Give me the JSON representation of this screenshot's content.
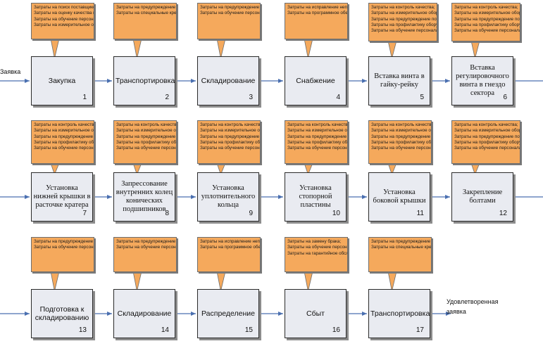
{
  "input_label": "Заявка",
  "output_label": "Удовлетворенная заявка",
  "rows": [
    {
      "steps": [
        {
          "label": "Закупка",
          "num": "1",
          "notes": [
            "Затраты на поиск поставщиков;",
            "Затраты на оценку качества комплектующих;",
            "Затраты на обучение персонала;",
            "Затраты на измерительное оборудование."
          ]
        },
        {
          "label": "Транспортировка",
          "num": "2",
          "notes": [
            "Затраты на предупреждение потерь;",
            "Затраты на специальные крепления для тары при перевозке"
          ]
        },
        {
          "label": "Складирование",
          "num": "3",
          "notes": [
            "Затраты на предупреждение потерь;",
            "Затраты на обучение персонала логистическим методам."
          ]
        },
        {
          "label": "Снабжение",
          "num": "4",
          "notes": [
            "Затраты на исправление неправильной поставки;",
            "Затраты на программное обеспечение."
          ]
        },
        {
          "label": "Вставка винта в гайку-рейку",
          "num": "5",
          "notes": [
            "Затраты на контроль качества;",
            "Затраты на измерительное оборудование;",
            "Затраты на предупреждение потерь;",
            "Затраты на профилактику оборудования;",
            "Затраты на обучение персонала"
          ]
        },
        {
          "label": "Вставка регулировочного винта в гнездо сектора",
          "num": "6",
          "notes": [
            "Затраты на контроль качества;",
            "Затраты на измерительное оборудование;",
            "Затраты на предупреждение потерь;",
            "Затраты на профилактику оборудования;",
            "Затраты на обучение персонала"
          ]
        }
      ]
    },
    {
      "steps": [
        {
          "label": "Установка нижней крышки в расточке кратера",
          "num": "7",
          "notes": [
            "Затраты на контроль качества;",
            "Затраты на измерительное оборудование;",
            "Затраты на предупреждение потерь;",
            "Затраты на профилактику оборудования;",
            "Затраты на обучение персонала"
          ]
        },
        {
          "label": "Запрессование внутренних колец конических подшипников",
          "num": "8",
          "notes": [
            "Затраты на контроль качества;",
            "Затраты на измерительное оборудование;",
            "Затраты на предупреждение потерь;",
            "Затраты на профилактику оборудования;",
            "Затраты на обучение персонала"
          ]
        },
        {
          "label": "Установка уплотнительного кольца",
          "num": "9",
          "notes": [
            "Затраты на контроль качества;",
            "Затраты на измерительное оборудование;",
            "Затраты на предупреждение потерь;",
            "Затраты на профилактику оборудования;",
            "Затраты на обучение персонала"
          ]
        },
        {
          "label": "Установка стопорной пластины",
          "num": "10",
          "notes": [
            "Затраты на контроль качества;",
            "Затраты на измерительное оборудование;",
            "Затраты на предупреждение потерь;",
            "Затраты на профилактику оборудования;",
            "Затраты на обучение персонала"
          ]
        },
        {
          "label": "Установка боковой крышки",
          "num": "11",
          "notes": [
            "Затраты на контроль качества;",
            "Затраты на измерительное оборудование;",
            "Затраты на предупреждение потерь;",
            "Затраты на профилактику оборудования;",
            "Затраты на обучение персонала"
          ]
        },
        {
          "label": "Закрепление болтами",
          "num": "12",
          "notes": [
            "Затраты на контроль качества;",
            "Затраты на измерительное оборудование;",
            "Затраты на предупреждение потерь;",
            "Затраты на профилактику оборудования;",
            "Затраты на обучение персонала"
          ]
        }
      ]
    },
    {
      "steps": [
        {
          "label": "Подготовка к складированию",
          "num": "13",
          "notes": [
            "Затраты на предупреждение потерь;",
            "Затраты на обучение персонала логистическим методам."
          ]
        },
        {
          "label": "Складирование",
          "num": "14",
          "notes": [
            "Затраты на предупреждение потерь;",
            "Затраты на обучение персонала логистическим методам."
          ]
        },
        {
          "label": "Распределение",
          "num": "15",
          "notes": [
            "Затраты на исправление неправильной поставки;",
            "Затраты на программное обеспечение."
          ]
        },
        {
          "label": "Сбыт",
          "num": "16",
          "notes": [
            "Затраты на замену брака;",
            "Затраты на обучение персонала;",
            "Затраты на гарантийное обслуживание."
          ]
        },
        {
          "label": "Транспортировка",
          "num": "17",
          "notes": [
            "Затраты на предупреждение потерь;",
            "Затраты на специальные крепления для тары при перевозке"
          ]
        }
      ]
    }
  ]
}
